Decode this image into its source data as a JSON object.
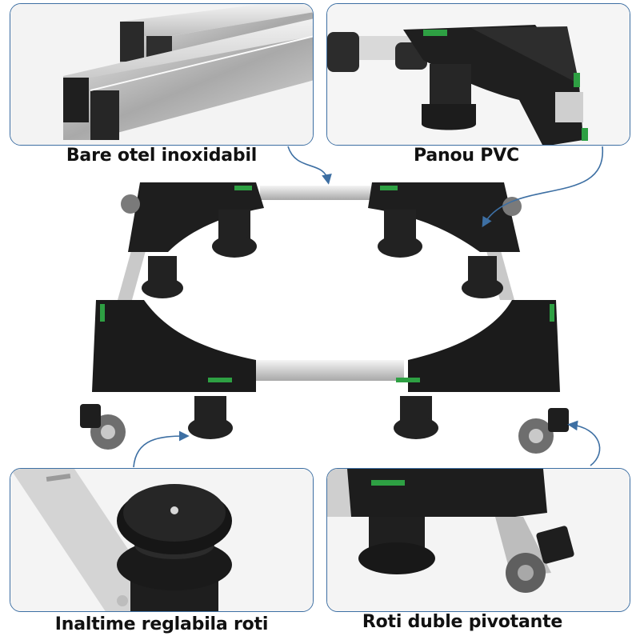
{
  "infographic": {
    "subject": "adjustable appliance base with swivel wheels",
    "accent_color": "#3d6fa3",
    "panels": [
      {
        "id": "top-left",
        "caption": "Bare otel inoxidabil",
        "depicts": "stainless steel square tubes"
      },
      {
        "id": "top-right",
        "caption": "Panou PVC",
        "depicts": "black PVC corner panel with bubble level"
      },
      {
        "id": "bottom-left",
        "caption": "Inaltime reglabila roti",
        "depicts": "adjustable height foot knob"
      },
      {
        "id": "bottom-right",
        "caption": "Roti duble pivotante",
        "depicts": "double swivel caster with brake"
      }
    ],
    "center": {
      "depicts": "full adjustable base: steel bars, 4 black PVC corners, 8 feet, 4 locking casters"
    }
  }
}
